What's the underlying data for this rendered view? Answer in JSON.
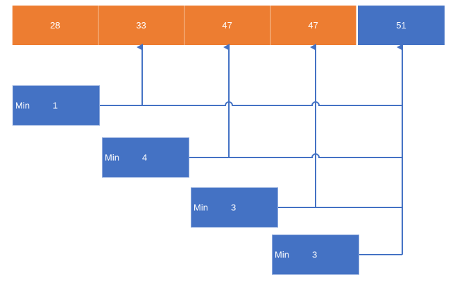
{
  "array": {
    "cells": [
      {
        "value": "28",
        "color": "#ed7d31"
      },
      {
        "value": "33",
        "color": "#ed7d31"
      },
      {
        "value": "47",
        "color": "#ed7d31"
      },
      {
        "value": "47",
        "color": "#ed7d31"
      },
      {
        "value": "51",
        "color": "#4472c4"
      }
    ]
  },
  "min_boxes": [
    {
      "label": "Min",
      "value": "1"
    },
    {
      "label": "Min",
      "value": "4"
    },
    {
      "label": "Min",
      "value": "3"
    },
    {
      "label": "Min",
      "value": "3"
    }
  ],
  "colors": {
    "accent_orange": "#ed7d31",
    "accent_blue": "#4472c4",
    "wire": "#4472c4"
  }
}
